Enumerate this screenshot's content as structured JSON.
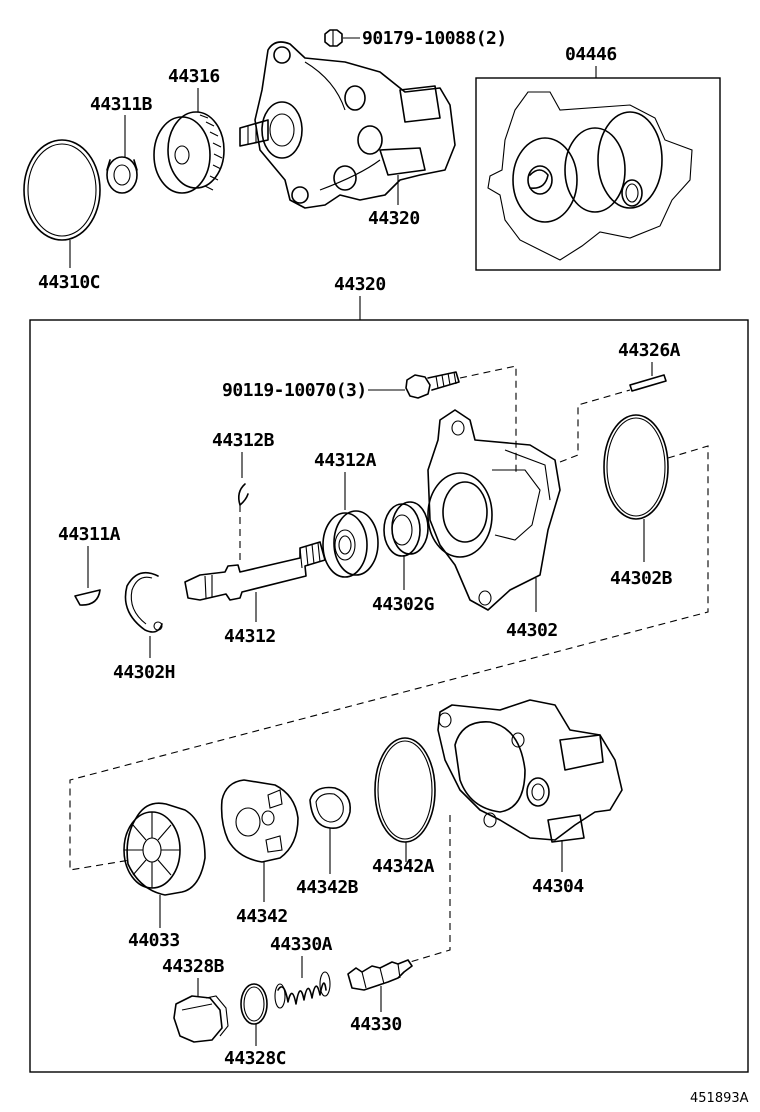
{
  "diagram": {
    "reference_code": "451893A",
    "labels": {
      "p90179_10088": "90179-10088(2)",
      "p04446": "04446",
      "p44316": "44316",
      "p44311B": "44311B",
      "p44320_top": "44320",
      "p44310C": "44310C",
      "p44320_box": "44320",
      "p44326A": "44326A",
      "p90119_10070": "90119-10070(3)",
      "p44312B": "44312B",
      "p44312A": "44312A",
      "p44311A": "44311A",
      "p44302B": "44302B",
      "p44302G": "44302G",
      "p44312": "44312",
      "p44302": "44302",
      "p44302H": "44302H",
      "p44342A": "44342A",
      "p44304": "44304",
      "p44342B": "44342B",
      "p44342": "44342",
      "p44033": "44033",
      "p44330A": "44330A",
      "p44328B": "44328B",
      "p44330": "44330",
      "p44328C": "44328C"
    }
  }
}
